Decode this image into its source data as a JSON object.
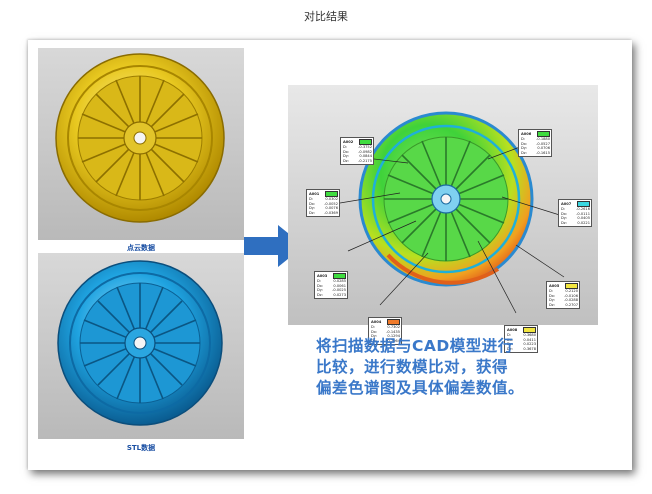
{
  "page": {
    "title": "对比结果"
  },
  "left": {
    "top_caption": "点云数据",
    "bottom_caption": "STL数据",
    "colors": {
      "point_cloud": "#e6c21a",
      "stl": "#1fa3e0"
    }
  },
  "result": {
    "labels": [
      {
        "id": "A002",
        "swatch": "#3fdc3f",
        "rows": [
          [
            "D:",
            "-0.3752"
          ],
          [
            "Dx:",
            "-0.0982"
          ],
          [
            "Dy:",
            "0.0844"
          ],
          [
            "Dz:",
            "-0.2175"
          ]
        ]
      },
      {
        "id": "A006",
        "swatch": "#3fdc3f",
        "rows": [
          [
            "D:",
            "-0.1880"
          ],
          [
            "Dx:",
            "-0.0527"
          ],
          [
            "Dy:",
            "0.0706"
          ],
          [
            "Dz:",
            "-0.1615"
          ]
        ]
      },
      {
        "id": "A001",
        "swatch": "#3fdc3f",
        "rows": [
          [
            "D:",
            "0.0302"
          ],
          [
            "Dx:",
            "-0.0052"
          ],
          [
            "Dy:",
            "0.0076"
          ],
          [
            "Dz:",
            "-0.0369"
          ]
        ]
      },
      {
        "id": "A007",
        "swatch": "#39d7e0",
        "rows": [
          [
            "D:",
            "-0.2616"
          ],
          [
            "Dx:",
            "-0.0111"
          ],
          [
            "Dy:",
            "0.0405"
          ],
          [
            "Dz:",
            "0.0221"
          ]
        ]
      },
      {
        "id": "A003",
        "swatch": "#3fdc3f",
        "rows": [
          [
            "D:",
            "0.0285"
          ],
          [
            "Dx:",
            "0.0061"
          ],
          [
            "Dy:",
            "-0.0025"
          ],
          [
            "Dz:",
            "0.0273"
          ]
        ]
      },
      {
        "id": "A005",
        "swatch": "#f2e640",
        "rows": [
          [
            "D:",
            "0.2120"
          ],
          [
            "Dx:",
            "-0.0106"
          ],
          [
            "Dy:",
            "-0.0288"
          ],
          [
            "Dz:",
            "0.2707"
          ]
        ]
      },
      {
        "id": "A004",
        "swatch": "#f07a2a",
        "rows": [
          [
            "D:",
            "0.7302"
          ],
          [
            "Dx:",
            "-0.1435"
          ],
          [
            "Dy:",
            "0.1294"
          ],
          [
            "Dz:",
            "0.7064"
          ]
        ]
      },
      {
        "id": "A008",
        "swatch": "#f2e640",
        "rows": [
          [
            "D:",
            "0.3680"
          ],
          [
            "Dx:",
            "0.0411"
          ],
          [
            "Dy:",
            "0.0223"
          ],
          [
            "Dz:",
            "0.3678"
          ]
        ]
      }
    ]
  },
  "description": {
    "line1": "将扫描数据与CAD模型进行",
    "line2": "比较，进行数模比对，获得",
    "line3": "偏差色谱图及具体偏差数值。"
  }
}
